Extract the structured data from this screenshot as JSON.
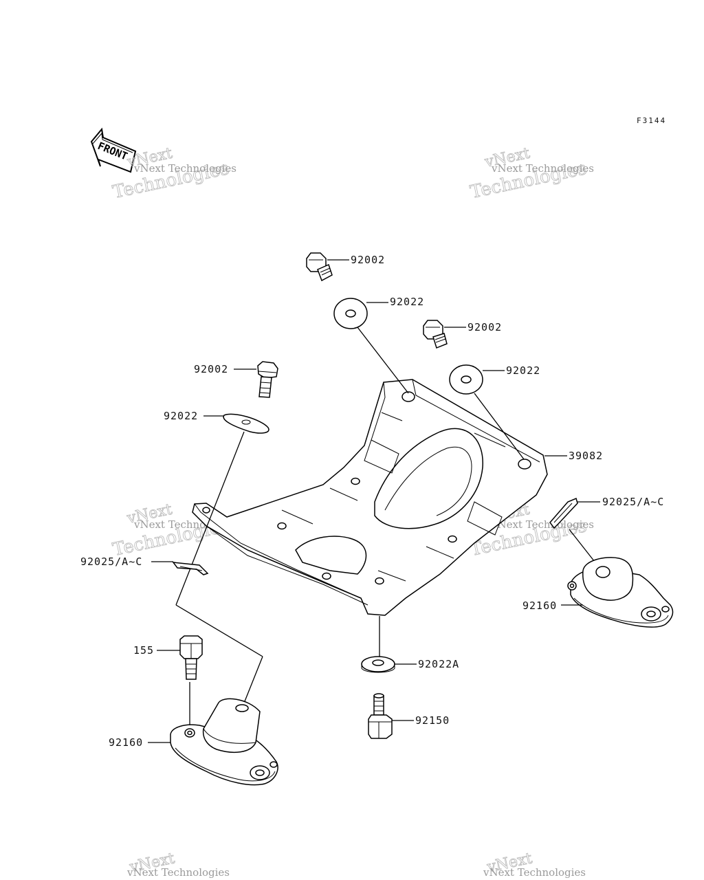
{
  "figure_code": "F3144",
  "front_marker": "FRONT",
  "watermark": {
    "line1": "vNext",
    "line2": "Technologies",
    "small": "vNext Technologies"
  },
  "callouts": {
    "bolt_top": "92002",
    "washer_top": "92022",
    "bolt_mid": "92002",
    "washer_mid": "92022",
    "bolt_left": "92002",
    "washer_left": "92022",
    "bracket": "39082",
    "clip_right": "92025/A~C",
    "clip_left": "92025/A~C",
    "mount_right": "92160",
    "washer_bottom": "92022A",
    "bolt_155": "155",
    "bolt_bottom": "92150",
    "mount_left": "92160"
  }
}
